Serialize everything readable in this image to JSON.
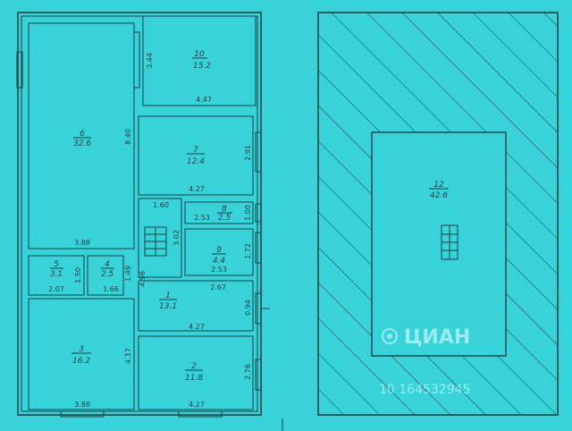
{
  "floor1": {
    "rooms": [
      {
        "id": "1",
        "number": "1",
        "area": "13.1"
      },
      {
        "id": "2",
        "number": "2",
        "area": "11.8"
      },
      {
        "id": "3",
        "number": "3",
        "area": "16.2"
      },
      {
        "id": "4",
        "number": "4",
        "area": "2.5"
      },
      {
        "id": "5",
        "number": "5",
        "area": "3.1"
      },
      {
        "id": "6",
        "number": "6",
        "area": "32.6"
      },
      {
        "id": "7",
        "number": "7",
        "area": "12.4"
      },
      {
        "id": "8",
        "number": "8",
        "area": "2.5"
      },
      {
        "id": "9",
        "number": "9",
        "area": "4.4"
      },
      {
        "id": "10",
        "number": "10",
        "area": "15.2"
      }
    ],
    "dimensions": {
      "d344": "3.44",
      "d447": "4.47",
      "d840": "8.40",
      "d291": "2.91",
      "d427a": "4.27",
      "d160": "1.60",
      "d253a": "2.53",
      "d100": "1.00",
      "d302": "3.02",
      "d172": "1.72",
      "d253b": "2.53",
      "d388a": "3.88",
      "d150": "1.50",
      "d149": "1.49",
      "d207": "2.07",
      "d166": "1.66",
      "d496": "4.96",
      "d267": "2.67",
      "d094": "0.94",
      "d427b": "4.27",
      "d417": "4.17",
      "d276": "2.76",
      "d388b": "3.88",
      "d427c": "4.27"
    }
  },
  "floor2": {
    "room": {
      "number": "12",
      "area": "42.6"
    }
  },
  "watermark": {
    "brand": "ЦИАН",
    "code": "10 164532945"
  }
}
